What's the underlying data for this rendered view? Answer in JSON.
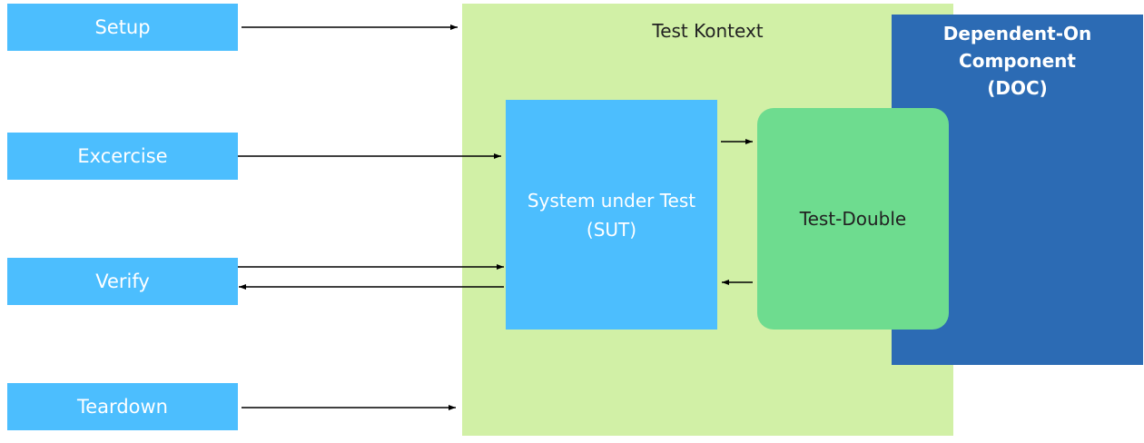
{
  "phases": {
    "setup": "Setup",
    "exercise": "Excercise",
    "verify": "Verify",
    "teardown": "Teardown"
  },
  "context": {
    "label": "Test Kontext"
  },
  "sut": {
    "label": "System under Test\n(SUT)"
  },
  "test_double": {
    "label": "Test-Double"
  },
  "doc": {
    "label": "Dependent-On\nComponent\n(DOC)"
  },
  "colors": {
    "phase_box": "#4cbefe",
    "context_bg": "#d1f0a6",
    "sut_box": "#4cbefe",
    "test_double_box": "#6edc8f",
    "doc_box": "#2c6bb4",
    "arrow": "#000000"
  }
}
